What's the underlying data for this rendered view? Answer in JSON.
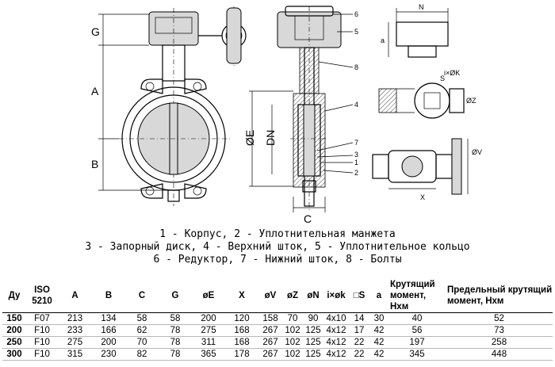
{
  "drawing": {
    "front_labels": [
      "G",
      "A",
      "B",
      "ØE",
      "DN",
      "C"
    ],
    "side_callouts": [
      "6",
      "5",
      "8",
      "4",
      "7",
      "3",
      "1",
      "2"
    ],
    "detail_labels": [
      "N",
      "a",
      "S",
      "ØZ",
      "i×ØK",
      "X",
      "ØV"
    ]
  },
  "legend": {
    "line1": "1 - Корпус, 2 - Уплотнительная манжета",
    "line2": "3 - Запорный диск, 4 - Верхний шток, 5 - Уплотнительное кольцо",
    "line3": "6 - Редуктор, 7 - Нижний шток, 8 - Болты"
  },
  "table": {
    "headers": [
      "Ду",
      "ISO 5210",
      "A",
      "B",
      "C",
      "G",
      "øE",
      "X",
      "øV",
      "øZ",
      "øN",
      "i×øk",
      "□S",
      "a",
      "Крутящий момент, Нхм",
      "Предельный крутящий момент, Нхм"
    ],
    "rows": [
      [
        "150",
        "F07",
        "213",
        "134",
        "58",
        "58",
        "200",
        "120",
        "158",
        "70",
        "90",
        "4x10",
        "14",
        "30",
        "40",
        "52"
      ],
      [
        "200",
        "F10",
        "233",
        "166",
        "62",
        "78",
        "275",
        "168",
        "267",
        "102",
        "125",
        "4x12",
        "17",
        "42",
        "56",
        "73"
      ],
      [
        "250",
        "F10",
        "275",
        "200",
        "70",
        "78",
        "311",
        "168",
        "267",
        "102",
        "125",
        "4x12",
        "22",
        "42",
        "197",
        "258"
      ],
      [
        "300",
        "F10",
        "315",
        "230",
        "82",
        "78",
        "365",
        "178",
        "267",
        "102",
        "125",
        "4x12",
        "22",
        "42",
        "345",
        "448"
      ]
    ]
  }
}
